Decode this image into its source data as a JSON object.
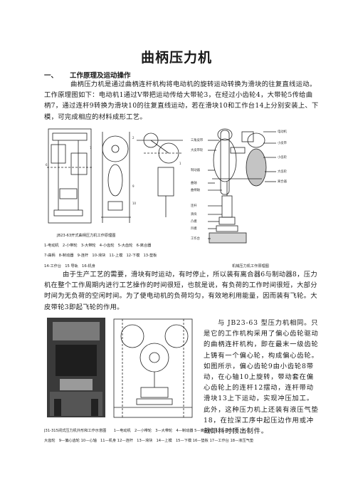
{
  "doc": {
    "title": "曲柄压力机",
    "section": {
      "num": "一、",
      "label": "工作原理及运动操作"
    },
    "para1": "曲柄压力机是通过曲柄连杆机构将电动机的旋转运动转换为滑块的往复直线运动。工作原理图如下：电动机1通过V带把运动传给大带轮3，在经过小齿轮4，大带轮5传给曲柄7，通过连杆9转换为滑块10的往复直线运动，若在滑块10和工作台14上分别安装上、下模，可完成相应的材料成形工艺。",
    "fig1": {
      "caption": "JB23-63开式曲柄压力机工作原理图",
      "legend": [
        "1-电动机　2-小带轮　3-大带轮　4-小齿轮　5-大齿轮　6-离合器",
        "7-曲柄　8-制动器　9-连杆　10-滑块　11-上模　12-下模　13-垫板",
        "14-工作台　15 导轨　16-机身"
      ],
      "right_caption": "机械压力机工作原理图",
      "labels": [
        "三角皮带",
        "大皮带轮",
        "制动器",
        "曲轴",
        "曲柄轴",
        "连杆",
        "滑块",
        "凸模",
        "凹模",
        "工作台",
        "电动机",
        "小皮带",
        "小齿轮",
        "大齿轮",
        "离合器"
      ]
    },
    "para2": "由于生产工艺的需要，滑块有时运动，有时停止，所以装有离合器6与制动器8，压力机在整个工作周期内进行工艺操作的时间很短，也就是说，有负荷的工作时间很短，大部分时间为无负荷的空闲时间。为了使电动机的负荷均匀，有效地利用能量，因而装有飞轮。大皮带轮3即起飞轮的作用。",
    "para3": "与 JB23-63 型压力机相同。只是它的工作机构采用了偏心齿轮驱动的曲柄连杆机构，即在最末一级齿轮上铸有一个偏心轮，构成偏心齿轮。如图所示，偏心齿轮9由小齿轮8带动，在心轴10上旋转，带动套在偏心齿轮上的连杆12摆动，连杆带动滑块13上下运动，实现冲压加工。此外，这种压力机上还装有液压气垫18，在拉深工序中起压边作用或冲裁卸料时顶出制件。",
    "fig2": {
      "caption_line1": "J31-315闭式压力机外形和工作示意图　　1—电动机　2—小带轮　3—大带轮　4—制动器 5—离合器　6、8—小齿轮　7—",
      "caption_line2": "大齿轮　9—偏心齿轮 10—心轴　11—机身 12—连杆　13—滑块　14—上模　15—下模 16—垫板 17—工作台 18—液压气垫"
    }
  }
}
